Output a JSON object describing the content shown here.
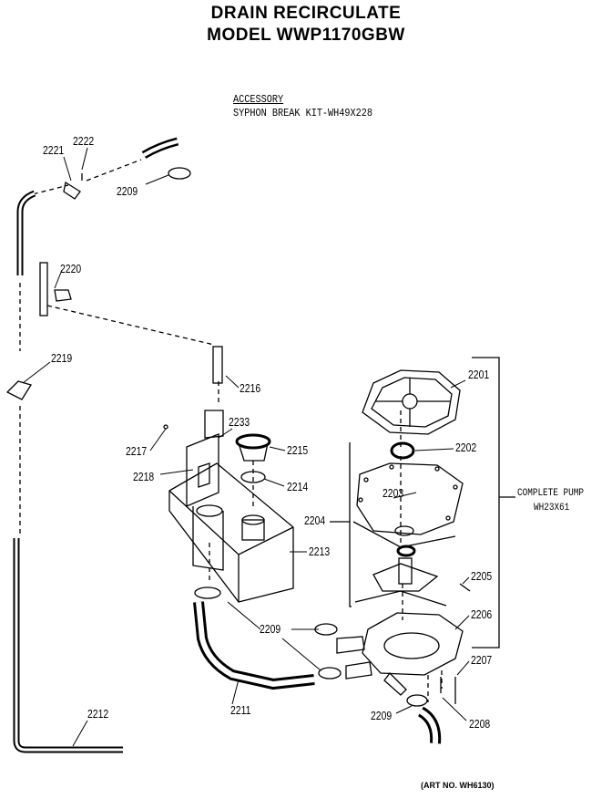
{
  "header": {
    "line1": "DRAIN RECIRCULATE",
    "line2": "MODEL WWP1170GBW"
  },
  "accessory": {
    "title": "ACCESSORY",
    "kit": "SYPHON BREAK KIT-WH49X228"
  },
  "complete_pump": {
    "line1": "COMPLETE PUMP",
    "line2": "WH23X61"
  },
  "parts": {
    "p2201": "2201",
    "p2202": "2202",
    "p2203": "2203",
    "p2204": "2204",
    "p2205": "2205",
    "p2206": "2206",
    "p2207": "2207",
    "p2208": "2208",
    "p2209a": "2209",
    "p2209b": "2209",
    "p2209c": "2209",
    "p2211": "2211",
    "p2212": "2212",
    "p2213": "2213",
    "p2214": "2214",
    "p2215": "2215",
    "p2216": "2216",
    "p2217": "2217",
    "p2218": "2218",
    "p2219": "2219",
    "p2220": "2220",
    "p2221": "2221",
    "p2222": "2222",
    "p2233": "2233"
  },
  "art_no": "(ART NO. WH6130)"
}
